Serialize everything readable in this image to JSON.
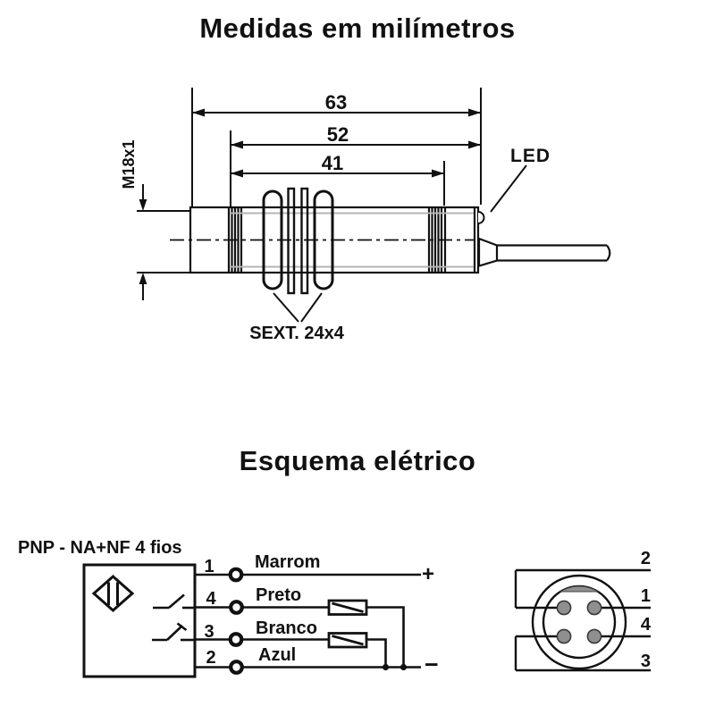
{
  "colors": {
    "ink": "#111111",
    "gray_fill": "#8f8f8f",
    "shade": "#b4b4b4"
  },
  "dimension_drawing": {
    "title": "Medidas em milímetros",
    "overall_length": "63",
    "thread_length": "52",
    "front_length": "41",
    "thread_spec": "M18x1",
    "hex_nut_label": "SEXT. 24x4",
    "led_label": "LED"
  },
  "schematic": {
    "title": "Esquema elétrico",
    "output_type_label": "PNP - NA+NF 4 fios",
    "wires": [
      {
        "terminal": "1",
        "name": "Marrom"
      },
      {
        "terminal": "4",
        "name": "Preto"
      },
      {
        "terminal": "3",
        "name": "Branco"
      },
      {
        "terminal": "2",
        "name": "Azul"
      }
    ],
    "positive_label": "+",
    "negative_label": "-",
    "connector_pins": [
      "2",
      "1",
      "4",
      "3"
    ]
  }
}
